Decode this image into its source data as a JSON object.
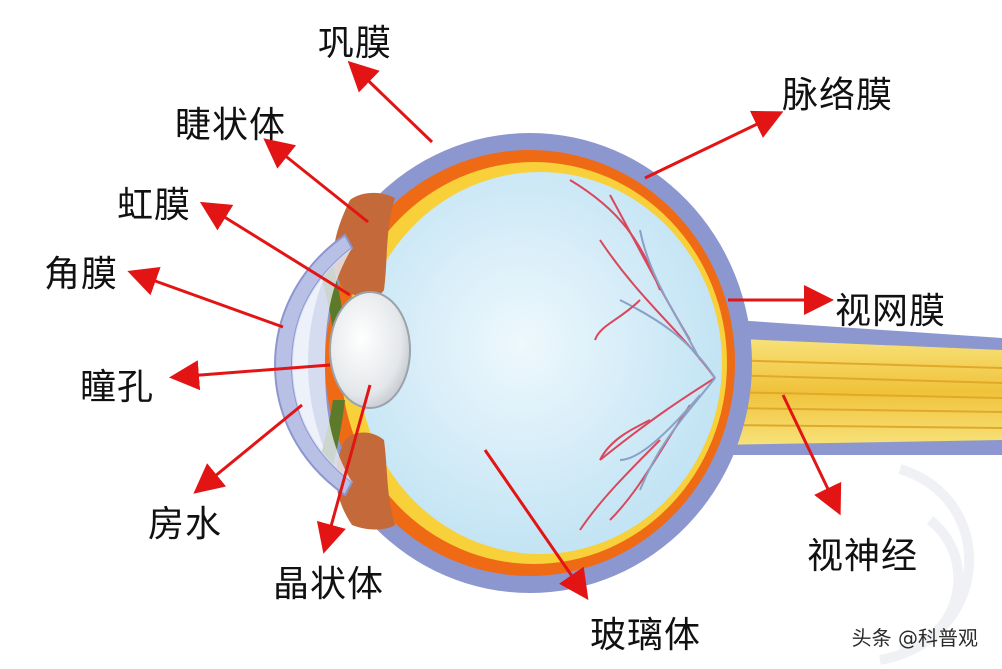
{
  "labels": {
    "sclera": "巩膜",
    "ciliary_body": "睫状体",
    "iris": "虹膜",
    "cornea": "角膜",
    "pupil": "瞳孔",
    "aqueous_humor": "房水",
    "lens": "晶状体",
    "vitreous_body": "玻璃体",
    "choroid": "脉络膜",
    "retina": "视网膜",
    "optic_nerve": "视神经"
  },
  "watermark": "头条 @科普观",
  "colors": {
    "sclera": "#8c97cf",
    "choroid": "#ef6a14",
    "retina": "#f7d03a",
    "vitreous": "#d6eef9",
    "lens": "#e9ecef",
    "arrow": "#e31414",
    "vessel": "#d9475c",
    "nerve": "#f2c63a"
  }
}
